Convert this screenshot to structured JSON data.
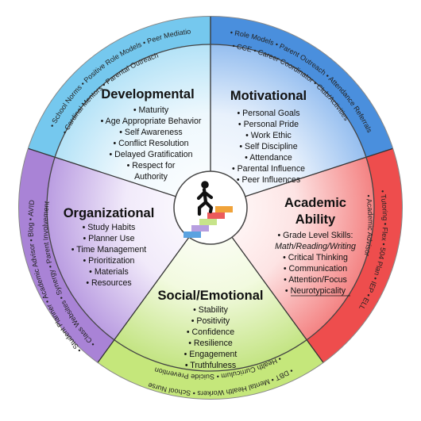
{
  "sectors": {
    "developmental": {
      "title": "Developmental",
      "items": [
        "• Maturity",
        "• Age Appropriate Behavior",
        "• Self Awareness",
        "• Conflict Resolution",
        "• Delayed Gratification",
        "• Respect for",
        "Authority"
      ],
      "outer": [
        "• School Norms • Positive Role Models • Peer Mediation",
        "• Cardinal Mentors • Parental Outreach"
      ]
    },
    "motivational": {
      "title": "Motivational",
      "items": [
        "• Personal Goals",
        "• Personal Pride",
        "• Work Ethic",
        "• Self Discipline",
        "• Attendance",
        "• Parental Influence",
        "• Peer Influences"
      ],
      "outer": [
        "• Role Models • Parent Outreach • Attendance Referrals",
        "• CCE • Career Coordinator • Club/Activities"
      ]
    },
    "academic": {
      "title_line1": "Academic",
      "title_line2": "Ability",
      "items": [
        "• Grade Level Skills:",
        "Math/Reading/Writing",
        "• Critical Thinking",
        "• Communication",
        "• Attention/Focus",
        "• Neurotypicality"
      ],
      "outer": [
        "• Tutoring • Flex • 504 Plan • IEP • ELL",
        "• Academic Advisor"
      ]
    },
    "social": {
      "title": "Social/Emotional",
      "items": [
        "• Stability",
        "• Positivity",
        "• Confidence",
        "• Resilience",
        "• Engagement",
        "• Truthfulness"
      ],
      "outer": [
        "• DBT • Mental Health Workers • School Nurse",
        "• Health Curriculum • Suicide Prevention"
      ]
    },
    "organizational": {
      "title": "Organizational",
      "items": [
        "• Study Habits",
        "• Planner Use",
        "• Time Management",
        "• Prioritization",
        "• Materials",
        "• Resources"
      ],
      "outer": [
        "• Student Planner • Academic Advisor • Blog • AVID",
        "• Class Websites • Synergy • Parent Involvement"
      ]
    }
  },
  "center_icon": "person-climbing-stairs-icon",
  "colors": {
    "developmental": "#75c8ee",
    "motivational": "#4a8fdd",
    "academic": "#ee4d4d",
    "social": "#c5e77b",
    "organizational": "#a983d6"
  }
}
